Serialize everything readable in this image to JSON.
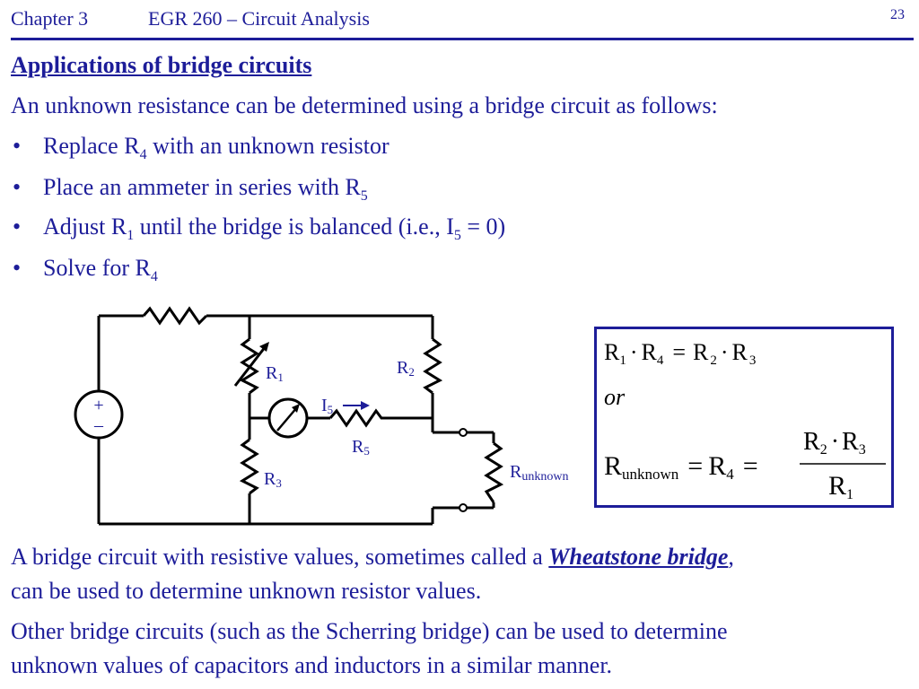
{
  "header": {
    "chapter": "Chapter 3",
    "course": "EGR 260 – Circuit Analysis",
    "slide_number": "23"
  },
  "title": "Applications of bridge circuits",
  "intro": "An unknown resistance can be determined using a bridge circuit as follows:",
  "bullets": [
    {
      "before": "Replace R",
      "sub": "4",
      "after": " with an unknown resistor"
    },
    {
      "before": "Place an ammeter in series with R",
      "sub": "5",
      "after": ""
    },
    {
      "before": "Adjust R",
      "sub": "1",
      "after": " until the bridge is balanced (i.e., I",
      "sub2": "5",
      "after2": " = 0)"
    },
    {
      "before": "Solve for R",
      "sub": "4",
      "after": ""
    }
  ],
  "bullet_symbol": "•",
  "circuit": {
    "source_plus": "+",
    "source_minus": "–",
    "labels": {
      "r1": "R",
      "r1_sub": "1",
      "r2": "R",
      "r2_sub": "2",
      "r3": "R",
      "r3_sub": "3",
      "r5": "R",
      "r5_sub": "5",
      "i5": "I",
      "i5_sub": "5",
      "runknown": "R",
      "runknown_sub": "unknown"
    }
  },
  "formula": {
    "line1": {
      "r1": "R",
      "s1": "1",
      "dot": "·",
      "r4": "R",
      "s4": "4",
      "eq": "=",
      "r2": "R",
      "s2": "2",
      "r3": "R",
      "s3": "3"
    },
    "or": "or",
    "line2": {
      "ru": "R",
      "su": "unknown",
      "eq1": "=",
      "r4": "R",
      "s4": "4",
      "eq2": "=",
      "num_r2": "R",
      "num_s2": "2",
      "num_dot": "·",
      "num_r3": "R",
      "num_s3": "3",
      "den_r1": "R",
      "den_s1": "1"
    }
  },
  "paragraph1": {
    "before": "A bridge circuit with resistive values, sometimes called a ",
    "term": "Wheatstone bridge",
    "after": ",",
    "line2": "can be used to determine unknown resistor values."
  },
  "paragraph2": {
    "line1": "Other bridge circuits (such as the Scherring bridge) can be used to determine",
    "line2": "unknown values of capacitors and inductors in a similar manner."
  },
  "colors": {
    "text": "#1d1d99",
    "wire": "#000000",
    "background": "#ffffff"
  }
}
